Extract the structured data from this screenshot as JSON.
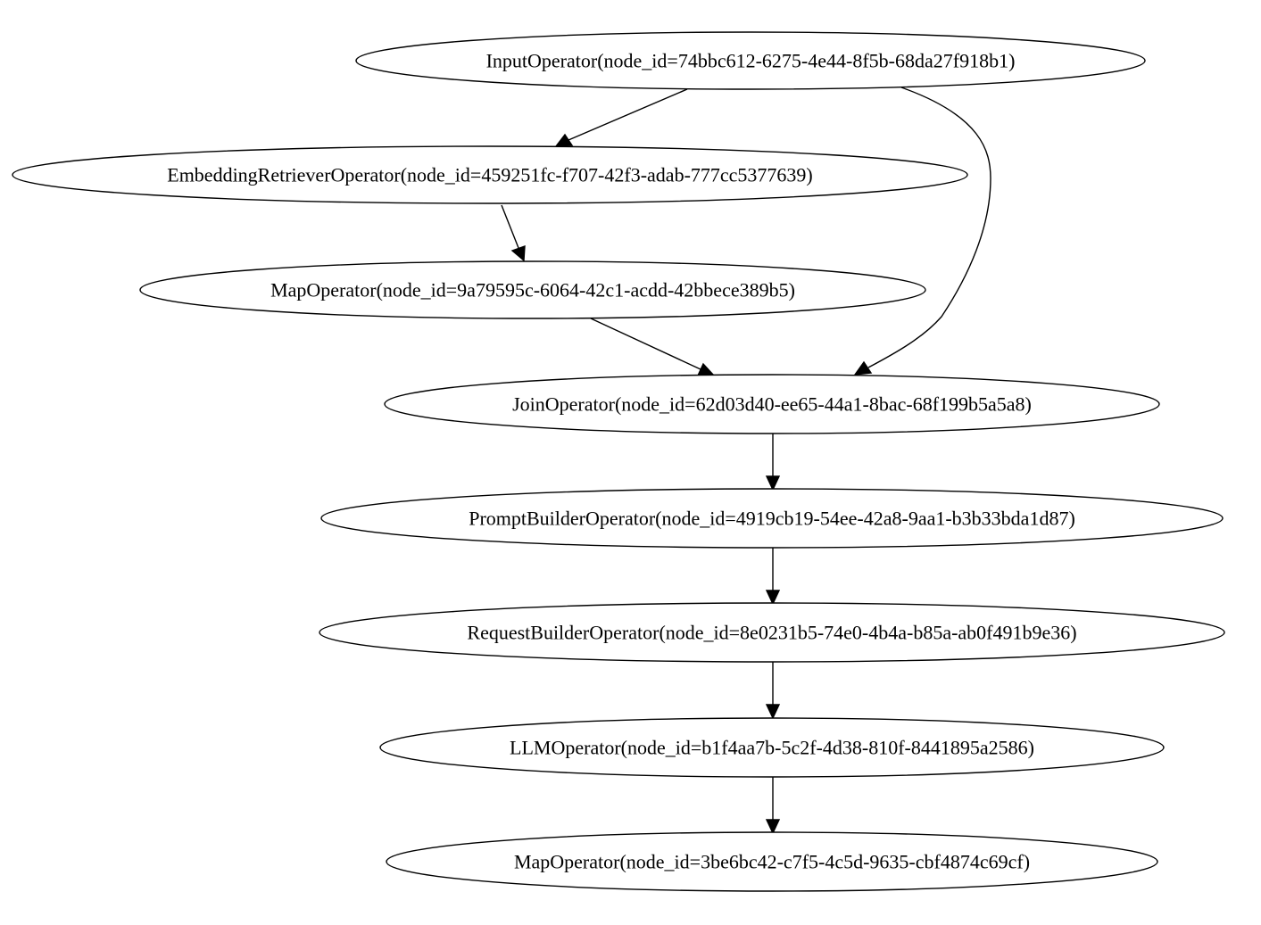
{
  "graph": {
    "nodes": [
      {
        "id": "input_operator",
        "label": "InputOperator(node_id=74bbc612-6275-4e44-8f5b-68da27f918b1)"
      },
      {
        "id": "embedding_retriever_operator",
        "label": "EmbeddingRetrieverOperator(node_id=459251fc-f707-42f3-adab-777cc5377639)"
      },
      {
        "id": "map_operator_1",
        "label": "MapOperator(node_id=9a79595c-6064-42c1-acdd-42bbece389b5)"
      },
      {
        "id": "join_operator",
        "label": "JoinOperator(node_id=62d03d40-ee65-44a1-8bac-68f199b5a5a8)"
      },
      {
        "id": "prompt_builder_operator",
        "label": "PromptBuilderOperator(node_id=4919cb19-54ee-42a8-9aa1-b3b33bda1d87)"
      },
      {
        "id": "request_builder_operator",
        "label": "RequestBuilderOperator(node_id=8e0231b5-74e0-4b4a-b85a-ab0f491b9e36)"
      },
      {
        "id": "llm_operator",
        "label": "LLMOperator(node_id=b1f4aa7b-5c2f-4d38-810f-8441895a2586)"
      },
      {
        "id": "map_operator_2",
        "label": "MapOperator(node_id=3be6bc42-c7f5-4c5d-9635-cbf4874c69cf)"
      }
    ],
    "edges": [
      {
        "from": "input_operator",
        "to": "embedding_retriever_operator"
      },
      {
        "from": "input_operator",
        "to": "join_operator"
      },
      {
        "from": "embedding_retriever_operator",
        "to": "map_operator_1"
      },
      {
        "from": "map_operator_1",
        "to": "join_operator"
      },
      {
        "from": "join_operator",
        "to": "prompt_builder_operator"
      },
      {
        "from": "prompt_builder_operator",
        "to": "request_builder_operator"
      },
      {
        "from": "request_builder_operator",
        "to": "llm_operator"
      },
      {
        "from": "llm_operator",
        "to": "map_operator_2"
      }
    ]
  }
}
